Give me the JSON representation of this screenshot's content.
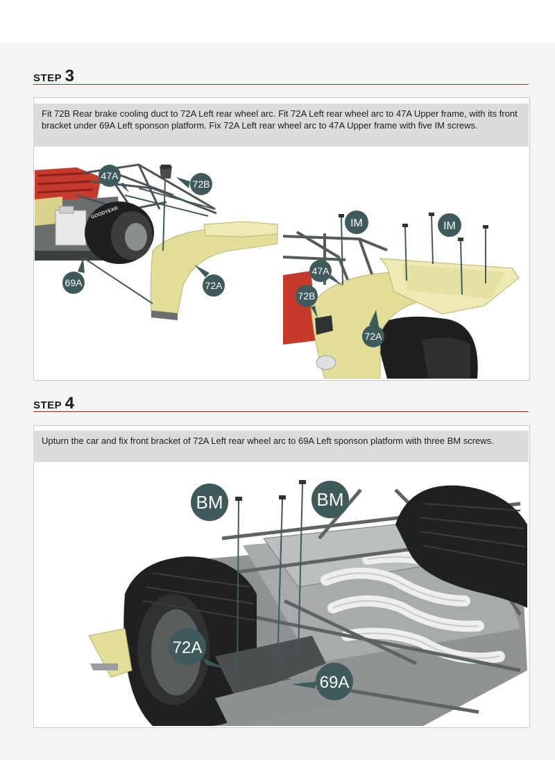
{
  "step3": {
    "label": "STEP",
    "number": "3",
    "instruction": "Fit 72B Rear brake cooling duct to 72A Left rear wheel arc. Fit 72A Left rear wheel arc to 47A Upper frame, with its front bracket under 69A Left sponson platform. Fix 72A Left rear wheel arc to 47A Upper frame with five IM screws.",
    "left_image": {
      "callouts": [
        "47A",
        "72B",
        "69A",
        "72A"
      ],
      "tire_text": "GOODYEAR"
    },
    "right_image": {
      "callouts": [
        "IM",
        "IM",
        "47A",
        "72B",
        "72A"
      ]
    }
  },
  "step4": {
    "label": "STEP",
    "number": "4",
    "instruction": "Upturn the car and fix front bracket of 72A Left rear wheel arc to 69A Left sponson platform with three BM screws.",
    "image": {
      "callouts": [
        "BM",
        "BM",
        "72A",
        "69A"
      ]
    }
  },
  "colors": {
    "accent_rule": "#9b2b23",
    "callout_fill": "#3f5a5a",
    "part_yellow": "#e3df9a",
    "instruction_bg": "#dcdcdc"
  }
}
